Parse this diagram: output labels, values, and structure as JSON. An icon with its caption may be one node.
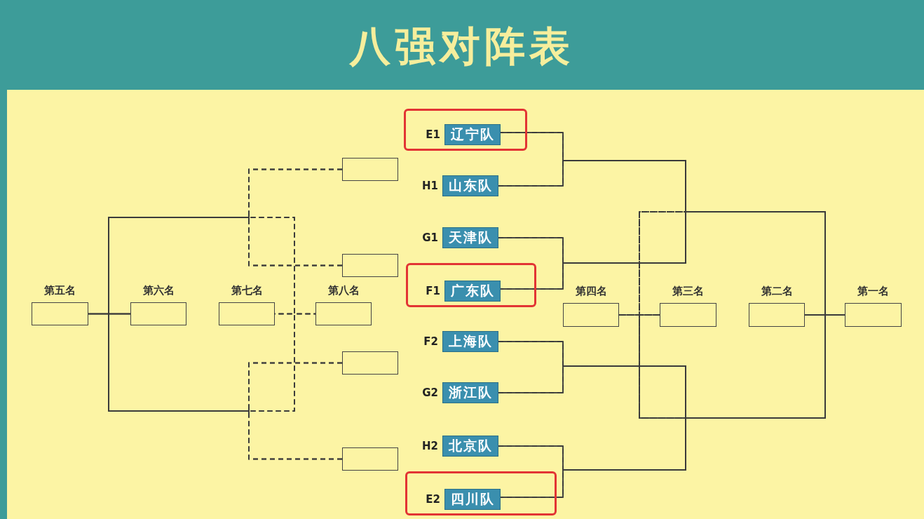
{
  "diagram": {
    "title": "八强对阵表",
    "nodes": [
      {
        "text": [
          "第五名"
        ]
      },
      {
        "text": [
          "第六名"
        ]
      },
      {
        "text": [
          "第七名"
        ]
      },
      {
        "text": [
          "第八名"
        ]
      },
      {
        "text": [],
        "shape": "box"
      },
      {
        "text": [],
        "shape": "box"
      },
      {
        "text": [],
        "shape": "box"
      },
      {
        "text": [],
        "shape": "box"
      },
      {
        "text": [],
        "shape": "box"
      },
      {
        "text": [
          "辽宁队"
        ],
        "beside": [
          "E1"
        ],
        "in": 8
      },
      {
        "text": [
          "山东队"
        ],
        "beside": [
          "H1"
        ]
      },
      {
        "text": [
          "天津队"
        ],
        "beside": [
          "G1"
        ]
      },
      {
        "text": [],
        "shape": "box"
      },
      {
        "text": [
          "广东队"
        ],
        "beside": [
          "F1"
        ],
        "in": 12
      },
      {
        "text": [
          "上海队"
        ],
        "beside": [
          "F2"
        ]
      },
      {
        "text": [
          "浙江队"
        ],
        "beside": [
          "G2"
        ]
      },
      {
        "text": [
          "北京队"
        ],
        "beside": [
          "H2"
        ]
      },
      {
        "text": [],
        "shape": "box"
      },
      {
        "text": [
          "四川队"
        ],
        "beside": [
          "E2"
        ],
        "in": 17
      },
      {
        "text": [
          "第四名"
        ]
      },
      {
        "text": [
          "第三名"
        ]
      },
      {
        "text": [
          "第二名"
        ]
      },
      {
        "text": [
          "第一名"
        ]
      }
    ],
    "edges": [
      {
        "from": 9,
        "to": 21,
        "arrow": "none"
      },
      {
        "from": 9,
        "to": 22,
        "arrow": "none"
      },
      {
        "from": 9,
        "to": 19,
        "arrow": "none",
        "style": "dashed"
      },
      {
        "from": 9,
        "to": 20,
        "arrow": "none",
        "style": "dashed"
      },
      {
        "from": 10,
        "to": 21,
        "arrow": "none"
      },
      {
        "from": 10,
        "to": 22,
        "arrow": "none"
      },
      {
        "from": 10,
        "to": 19,
        "arrow": "none",
        "style": "dashed"
      },
      {
        "from": 10,
        "to": 20,
        "arrow": "none",
        "style": "dashed"
      },
      {
        "from": 11,
        "to": 21,
        "arrow": "none"
      },
      {
        "from": 11,
        "to": 22,
        "arrow": "none"
      },
      {
        "from": 11,
        "to": 19,
        "arrow": "none",
        "style": "dashed"
      },
      {
        "from": 11,
        "to": 20,
        "arrow": "none",
        "style": "dashed"
      },
      {
        "from": 13,
        "to": 21,
        "arrow": "none"
      },
      {
        "from": 13,
        "to": 22,
        "arrow": "none"
      },
      {
        "from": 13,
        "to": 19,
        "arrow": "none",
        "style": "dashed"
      },
      {
        "from": 13,
        "to": 20,
        "arrow": "none",
        "style": "dashed"
      },
      {
        "from": 14,
        "to": 21,
        "arrow": "none"
      },
      {
        "from": 14,
        "to": 22,
        "arrow": "none"
      },
      {
        "from": 14,
        "to": 19,
        "arrow": "none",
        "style": "dashed"
      },
      {
        "from": 14,
        "to": 20,
        "arrow": "none",
        "style": "dashed"
      },
      {
        "from": 15,
        "to": 21,
        "arrow": "none"
      },
      {
        "from": 15,
        "to": 22,
        "arrow": "none"
      },
      {
        "from": 15,
        "to": 19,
        "arrow": "none",
        "style": "dashed"
      },
      {
        "from": 15,
        "to": 20,
        "arrow": "none",
        "style": "dashed"
      },
      {
        "from": 16,
        "to": 21,
        "arrow": "none"
      },
      {
        "from": 16,
        "to": 22,
        "arrow": "none"
      },
      {
        "from": 16,
        "to": 19,
        "arrow": "none",
        "style": "dashed"
      },
      {
        "from": 16,
        "to": 20,
        "arrow": "none",
        "style": "dashed"
      },
      {
        "from": 18,
        "to": 21,
        "arrow": "none"
      },
      {
        "from": 18,
        "to": 22,
        "arrow": "none"
      },
      {
        "from": 18,
        "to": 19,
        "arrow": "none",
        "style": "dashed"
      },
      {
        "from": 18,
        "to": 20,
        "arrow": "none",
        "style": "dashed"
      },
      {
        "from": 4,
        "to": 0,
        "arrow": "none",
        "style": "dashed"
      },
      {
        "from": 4,
        "to": 1,
        "arrow": "none",
        "style": "dashed"
      },
      {
        "from": 4,
        "to": 2,
        "arrow": "none",
        "style": "dashed"
      },
      {
        "from": 4,
        "to": 3,
        "arrow": "none",
        "style": "dashed"
      },
      {
        "from": 5,
        "to": 0,
        "arrow": "none",
        "style": "dashed"
      },
      {
        "from": 5,
        "to": 1,
        "arrow": "none",
        "style": "dashed"
      },
      {
        "from": 5,
        "to": 2,
        "arrow": "none",
        "style": "dashed"
      },
      {
        "from": 5,
        "to": 3,
        "arrow": "none",
        "style": "dashed"
      },
      {
        "from": 6,
        "to": 0,
        "arrow": "none",
        "style": "dashed"
      },
      {
        "from": 6,
        "to": 1,
        "arrow": "none",
        "style": "dashed"
      },
      {
        "from": 6,
        "to": 2,
        "arrow": "none",
        "style": "dashed"
      },
      {
        "from": 6,
        "to": 3,
        "arrow": "none",
        "style": "dashed"
      },
      {
        "from": 7,
        "to": 0,
        "arrow": "none",
        "style": "dashed"
      },
      {
        "from": 7,
        "to": 1,
        "arrow": "none",
        "style": "dashed"
      },
      {
        "from": 7,
        "to": 2,
        "arrow": "none",
        "style": "dashed"
      },
      {
        "from": 7,
        "to": 3,
        "arrow": "none",
        "style": "dashed"
      }
    ]
  }
}
